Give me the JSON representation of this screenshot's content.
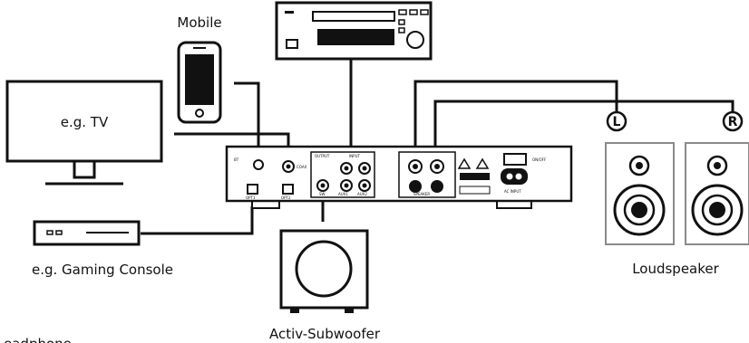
{
  "labels": {
    "mobile": "Mobile",
    "tv": "e.g. TV",
    "console": "e.g. Gaming Console",
    "subwoofer": "Activ-Subwoofer",
    "loudspeaker": "Loudspeaker",
    "headphone": "eadphone"
  },
  "speaker_channels": {
    "left": "L",
    "right": "R"
  },
  "amp_panel": {
    "bt": "BT",
    "coax": "COAX",
    "opt1": "OPT1",
    "opt2": "OPT2",
    "output": "OUTPUT",
    "input": "INPUT",
    "sw": "SW",
    "aux1": "AUX1",
    "aux2": "AUX2",
    "speaker": "SPEAKER",
    "ac_input": "AC INPUT",
    "on_off": "ON/OFF"
  },
  "colors": {
    "line": "#111111",
    "panel_fill": "#ffffff",
    "speaker_grey": "#8a8a8a"
  }
}
